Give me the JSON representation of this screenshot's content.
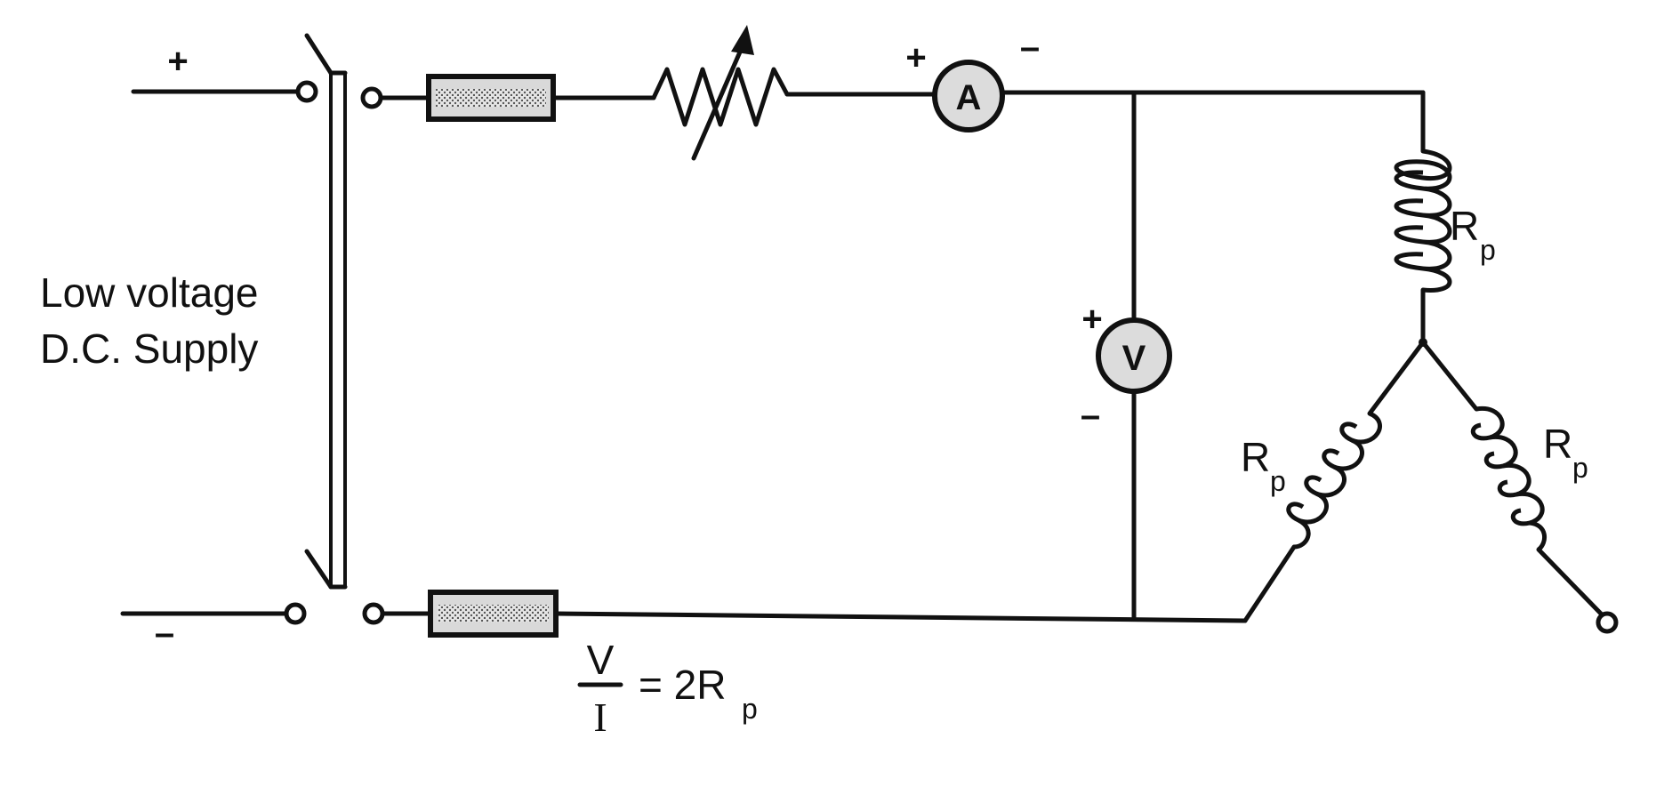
{
  "supply": {
    "label_line1": "Low voltage",
    "label_line2": "D.C. Supply",
    "plus": "+",
    "minus": "–"
  },
  "ammeter": {
    "symbol": "A",
    "plus": "+",
    "minus": "–"
  },
  "voltmeter": {
    "symbol": "V",
    "plus": "+",
    "minus": "–"
  },
  "windings": {
    "top": {
      "label": "R",
      "sub": "p"
    },
    "left": {
      "label": "R",
      "sub": "p"
    },
    "right": {
      "label": "R",
      "sub": "p"
    }
  },
  "formula": {
    "numerator": "V",
    "denominator": "I",
    "rhs": "= 2R",
    "rhs_sub": "p"
  }
}
